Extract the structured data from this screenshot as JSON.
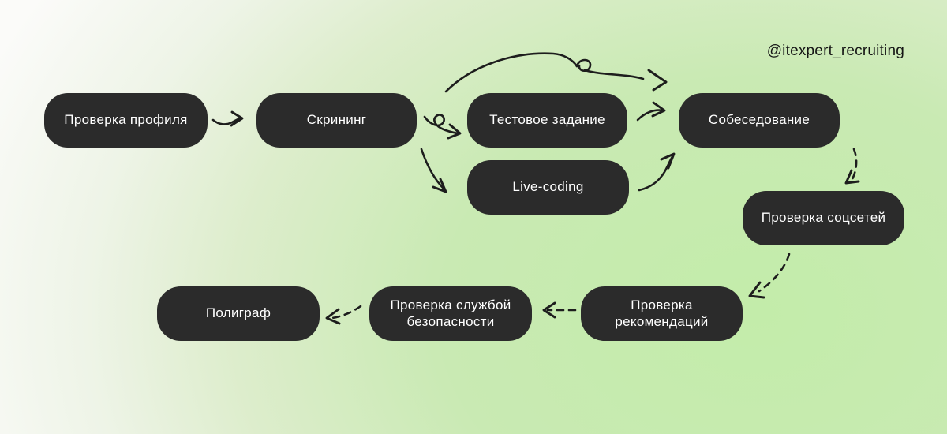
{
  "watermark": "@itexpert_recruiting",
  "diagram": {
    "type": "flowchart",
    "topic": "recruiting pipeline"
  },
  "colors": {
    "bg_white": "#fbfbf9",
    "bg_green": "#c3ecaa",
    "node_bg": "#2b2b2b",
    "node_text": "#ffffff",
    "arrow_color": "#1d1d1d",
    "watermark_color": "#151515"
  },
  "nodes": [
    {
      "id": "profile-check",
      "label": "Проверка профиля"
    },
    {
      "id": "screening",
      "label": "Скрининг"
    },
    {
      "id": "test-task",
      "label": "Тестовое задание"
    },
    {
      "id": "interview",
      "label": "Собеседование"
    },
    {
      "id": "live-coding",
      "label": "Live-coding"
    },
    {
      "id": "social-check",
      "label": "Проверка соцсетей"
    },
    {
      "id": "recommendations-check",
      "label": "Проверка рекомендаций"
    },
    {
      "id": "security-check",
      "label": "Проверка службой безопасности"
    },
    {
      "id": "polygraph",
      "label": "Полиграф"
    }
  ],
  "edges": [
    {
      "from": "profile-check",
      "to": "screening",
      "style": "solid"
    },
    {
      "from": "screening",
      "to": "interview",
      "style": "solid",
      "note": "long looped arc over the top"
    },
    {
      "from": "screening",
      "to": "test-task",
      "style": "solid",
      "note": "small loop squiggle"
    },
    {
      "from": "screening",
      "to": "live-coding",
      "style": "solid"
    },
    {
      "from": "test-task",
      "to": "interview",
      "style": "solid"
    },
    {
      "from": "live-coding",
      "to": "interview",
      "style": "solid"
    },
    {
      "from": "interview",
      "to": "social-check",
      "style": "dashed"
    },
    {
      "from": "social-check",
      "to": "recommendations-check",
      "style": "dashed"
    },
    {
      "from": "recommendations-check",
      "to": "security-check",
      "style": "dashed"
    },
    {
      "from": "security-check",
      "to": "polygraph",
      "style": "dashed"
    }
  ]
}
